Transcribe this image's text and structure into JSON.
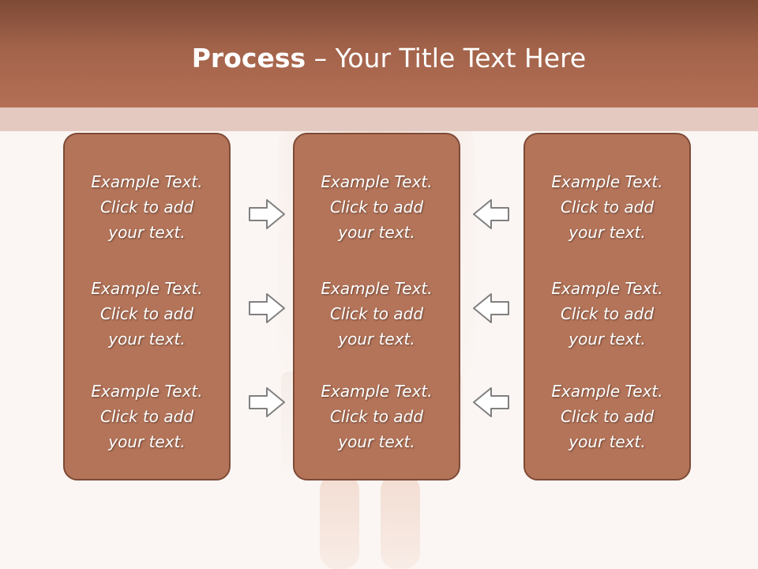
{
  "slide": {
    "title_strong": "Process",
    "title_rest": " – Your Title Text Here"
  },
  "columns": [
    {
      "items": [
        {
          "line1": "Example Text.",
          "line2": "Click  to add",
          "line3": "your text."
        },
        {
          "line1": "Example Text.",
          "line2": "Click  to add",
          "line3": "your text."
        },
        {
          "line1": "Example Text.",
          "line2": "Click  to add",
          "line3": "your text."
        }
      ]
    },
    {
      "items": [
        {
          "line1": "Example Text.",
          "line2": "Click  to add",
          "line3": "your text."
        },
        {
          "line1": "Example Text.",
          "line2": "Click  to add",
          "line3": "your text."
        },
        {
          "line1": "Example Text.",
          "line2": "Click  to add",
          "line3": "your text."
        }
      ]
    },
    {
      "items": [
        {
          "line1": "Example Text.",
          "line2": "Click  to add",
          "line3": "your text."
        },
        {
          "line1": "Example Text.",
          "line2": "Click  to add",
          "line3": "your text."
        },
        {
          "line1": "Example Text.",
          "line2": "Click  to add",
          "line3": "your text."
        }
      ]
    }
  ],
  "arrows": {
    "left_group": [
      "arrow-right-icon",
      "arrow-right-icon",
      "arrow-right-icon"
    ],
    "right_group": [
      "arrow-left-icon",
      "arrow-left-icon",
      "arrow-left-icon"
    ]
  },
  "colors": {
    "header": "#a2634a",
    "box_fill": "#b47459",
    "box_border": "#7e4a36",
    "arrow_fill": "#ffffff",
    "arrow_stroke": "#808080"
  }
}
